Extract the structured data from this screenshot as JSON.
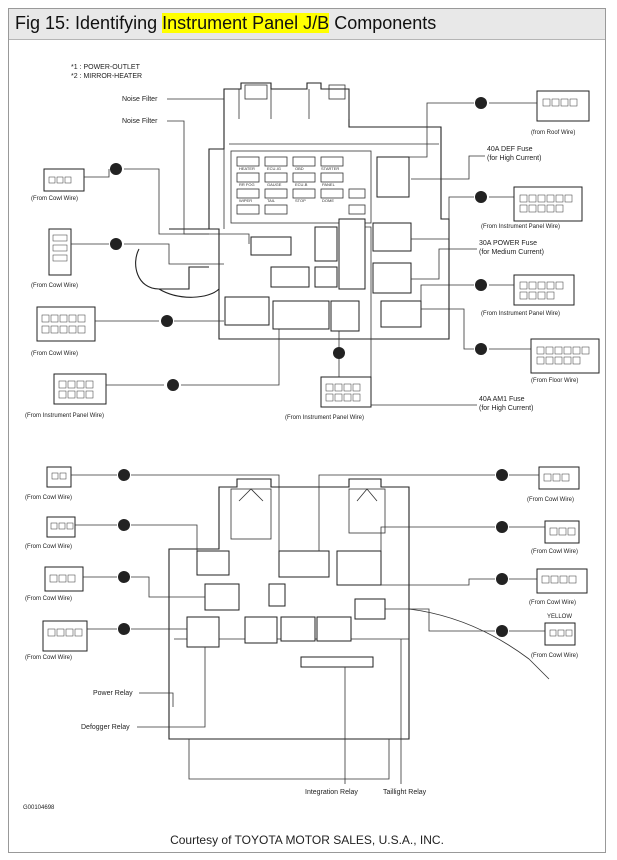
{
  "title": {
    "prefix": "Fig 15: Identifying ",
    "highlight": "Instrument Panel J/B",
    "suffix": " Components"
  },
  "colors": {
    "highlight": "#ffff00",
    "title_bar": "#e8e8e8",
    "line": "#333333"
  },
  "notes": {
    "line1": "*1 : POWER-OUTLET",
    "line2": "*2 : MIRROR-HEATER"
  },
  "labels": {
    "noise_filter_1": "Noise Filter",
    "noise_filter_2": "Noise Filter",
    "def_fuse_1": "40A DEF Fuse",
    "def_fuse_2": "(for High Current)",
    "power_fuse_1": "30A POWER Fuse",
    "power_fuse_2": "(for Medium Current)",
    "am1_fuse_1": "40A AM1 Fuse",
    "am1_fuse_2": "(for High Current)",
    "power_relay": "Power Relay",
    "defogger_relay": "Defogger Relay",
    "integration_relay": "Integration Relay",
    "taillight_relay": "Taillight Relay",
    "yellow": "YELLOW",
    "code": "G00104698"
  },
  "fuse_labels": [
    "HEATER",
    "ECU-IG",
    "OBD",
    "STARTER",
    "RR FOG",
    "GAUGE",
    "ECU-B",
    "PANEL",
    "WIPER",
    "TAIL",
    "STOP",
    "DOME"
  ],
  "connectors": {
    "roof": "(from Roof Wire)",
    "top_cowl_1": "(From Cowl Wire)",
    "top_cowl_2": "(From Cowl Wire)",
    "top_cowl_3": "(From Cowl Wire)",
    "ip_right_1": "(From Instrument Panel Wire)",
    "ip_right_2": "(From Instrument Panel Wire)",
    "ip_bottom_center": "(From Instrument Panel Wire)",
    "ip_bottom_left": "(From Instrument Panel Wire)",
    "floor": "(From Floor Wire)",
    "bottom_cowl_l1": "(From Cowl Wire)",
    "bottom_cowl_l2": "(From Cowl Wire)",
    "bottom_cowl_l3": "(From Cowl Wire)",
    "bottom_cowl_l4": "(From Cowl Wire)",
    "bottom_cowl_r1": "(From Cowl Wire)",
    "bottom_cowl_r2": "(From Cowl Wire)",
    "bottom_cowl_r3": "(From Cowl Wire)",
    "bottom_cowl_r4": "(From Cowl Wire)"
  },
  "courtesy": "Courtesy of TOYOTA MOTOR SALES, U.S.A., INC."
}
